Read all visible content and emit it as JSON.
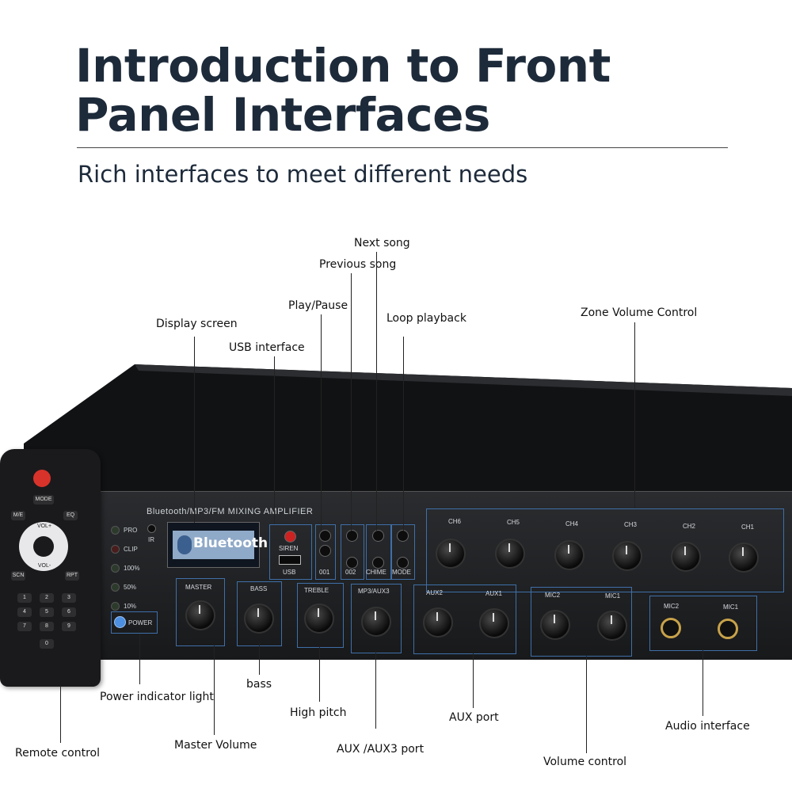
{
  "header": {
    "title_line1": "Introduction to Front",
    "title_line2": "Panel Interfaces",
    "subtitle": "Rich interfaces to meet different needs"
  },
  "callouts": {
    "next_song": "Next song",
    "previous_song": "Previous song",
    "play_pause": "Play/Pause",
    "loop_playback": "Loop playback",
    "zone_volume": "Zone Volume Control",
    "display_screen": "Display screen",
    "usb_interface": "USB interface",
    "bass": "bass",
    "power_indicator": "Power indicator light",
    "high_pitch": "High pitch",
    "aux_port": "AUX port",
    "audio_interface": "Audio interface",
    "remote_control": "Remote control",
    "master_volume": "Master Volume",
    "aux_aux3_port": "AUX /AUX3 port",
    "volume_control": "Volume control"
  },
  "panel": {
    "model": "Bluetooth/MP3/FM MIXING AMPLIFIER",
    "display_text": "Bluetooth",
    "leds": [
      "PRO",
      "CLIP",
      "100%",
      "50%",
      "10%"
    ],
    "ir": "IR",
    "power": "POWER",
    "siren": "SIREN",
    "usb": "USB",
    "btn_001": "001",
    "btn_002": "002",
    "chime": "CHIME",
    "mode": "MODE",
    "channels": [
      "CH6",
      "CH5",
      "CH4",
      "CH3",
      "CH2",
      "CH1"
    ],
    "knobs": [
      "MASTER",
      "BASS",
      "TREBLE",
      "MP3/AUX3",
      "AUX2",
      "AUX1",
      "MIC2",
      "MIC1"
    ],
    "jacks": [
      "MIC2",
      "MIC1"
    ]
  },
  "remote": {
    "mode": "MODE",
    "mute": "M/E",
    "eq": "EQ",
    "vol_up": "VOL+",
    "vol_down": "VOL-",
    "scn": "SCN",
    "rpt": "RPT",
    "keys": [
      "1",
      "2",
      "3",
      "4",
      "5",
      "6",
      "7",
      "8",
      "9",
      "0"
    ]
  },
  "colors": {
    "title": "#1d2a3a",
    "accent_box": "#3f6fa8",
    "power_button": "#d8332a",
    "jack": "#c8a24a"
  }
}
